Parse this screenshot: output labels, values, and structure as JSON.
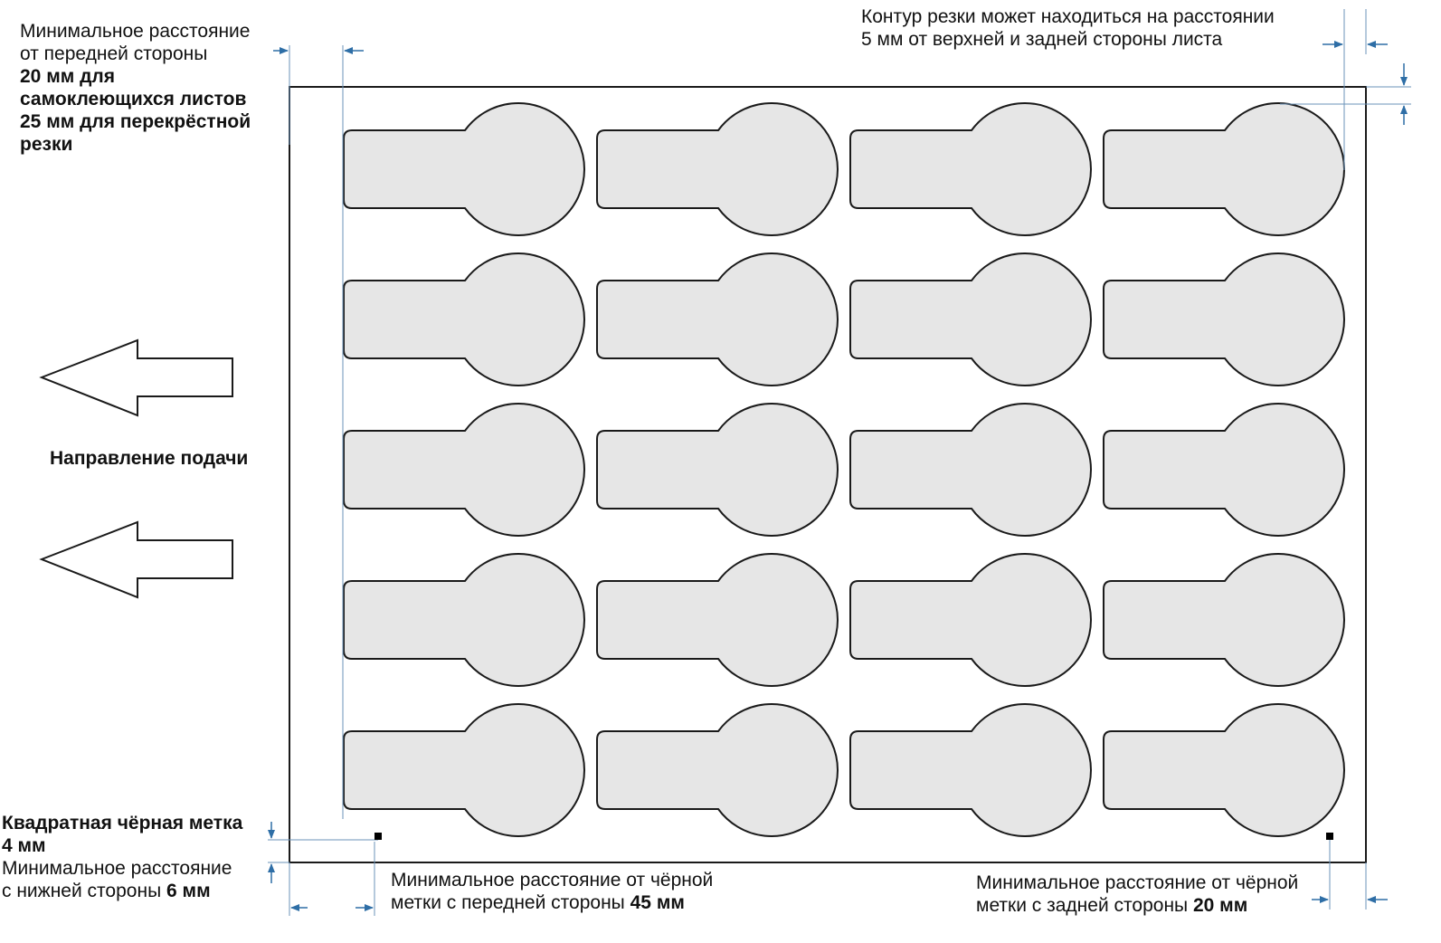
{
  "annotations": {
    "front_margin": {
      "line1": "Минимальное расстояние",
      "line2": "от передней стороны",
      "line3": "20 мм для",
      "line4": "самоклеющихся листов",
      "line5": "25 мм для перекрёстной",
      "line6": "резки"
    },
    "top_margin": {
      "line1": "Контур резки может находиться на расстоянии",
      "line2": "5 мм от верхней и задней стороны листа"
    },
    "feed_direction": "Направление подачи",
    "black_mark": {
      "line1": "Квадратная чёрная метка",
      "line2": "4 мм"
    },
    "bottom_margin": {
      "line1": "Минимальное расстояние",
      "line2_text": "с нижней стороны",
      "line2_value": "6 мм"
    },
    "mark_front": {
      "line1": "Минимальное расстояние от чёрной",
      "line2_text": "метки с передней стороны",
      "line2_value": "45 мм"
    },
    "mark_back": {
      "line1": "Минимальное расстояние от чёрной",
      "line2_text": "метки с задней стороны",
      "line2_value": "20 мм"
    }
  },
  "labels_grid": {
    "rows": 5,
    "columns": 4
  },
  "colors": {
    "sheet_border": "#1a1a1a",
    "label_fill": "#e6e6e6",
    "label_stroke": "#1a1a1a",
    "guide_line": "#6b93b8",
    "dimension_arrow": "#2e6ea6",
    "black_mark": "#000000"
  }
}
